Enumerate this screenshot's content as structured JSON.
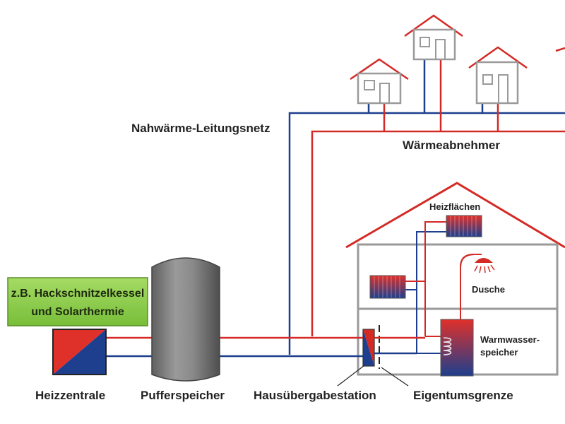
{
  "colors": {
    "supply": "#d42a26",
    "return": "#1d3f8e",
    "house_outline": "#9a9a9a",
    "roof": "#d42a26",
    "label_box": "#8ccb46"
  },
  "labels": {
    "network": "Nahwärme-Leitungsnetz",
    "consumers": "Wärmeabnehmer",
    "radiators": "Heizflächen",
    "shower": "Dusche",
    "tank_line1": "Warmwasser-",
    "tank_line2": "speicher",
    "boiler_line1": "z.B. Hackschnitzelkessel",
    "boiler_line2": "und Solarthermie",
    "heating_central": "Heizzentrale",
    "buffer": "Pufferspeicher",
    "transfer_station": "Hausübergabestation",
    "property_boundary": "Eigentumsgrenze"
  }
}
